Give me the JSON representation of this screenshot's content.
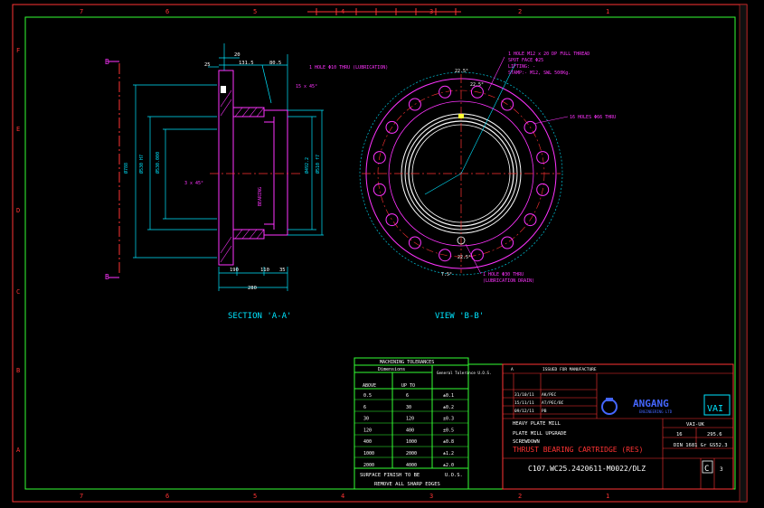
{
  "views": {
    "section_label": "SECTION 'A-A'",
    "view_label": "VIEW 'B-B'",
    "cut_marker_top": "B",
    "cut_marker_bottom": "B"
  },
  "section_notes": {
    "lubrication_hole": "1 HOLE Φ10 THRU (LUBRICATION)",
    "chamfer_outer": "15 x 45°",
    "chamfer_inner": "3 x 45°",
    "bearing_label": "BEARING",
    "dims": [
      "25",
      "20",
      "131.5",
      "80.5",
      "190",
      "110",
      "35",
      "280"
    ]
  },
  "view_notes": {
    "thread_note_1": "1 HOLE M12 x 20 DP FULL THREAD",
    "thread_note_2": "SPOT FACE Φ25",
    "thread_note_3": "LIFTING: -",
    "thread_note_4": "STAMP:- M12, SWL 500Kg.",
    "holes_note": "16 HOLES Φ66 THRU",
    "lub_drain_1": "1 HOLE Φ30 THRU",
    "lub_drain_2": "(LUBRICATION DRAIN)",
    "angles": [
      "22.5°",
      "22.5°",
      "22.5°",
      "7.5°"
    ]
  },
  "tolerances": {
    "title": "MACHINING TOLERANCES",
    "col_dimensions": "Dimensions",
    "col_general": "General Tolerance U.O.S.",
    "col_above": "ABOVE",
    "col_upto": "UP TO",
    "rows": [
      [
        "0.5",
        "6",
        "±0.1"
      ],
      [
        "6",
        "30",
        "±0.2"
      ],
      [
        "30",
        "120",
        "±0.3"
      ],
      [
        "120",
        "400",
        "±0.5"
      ],
      [
        "400",
        "1000",
        "±0.8"
      ],
      [
        "1000",
        "2000",
        "±1.2"
      ],
      [
        "2000",
        "4000",
        "±2.0"
      ]
    ],
    "surface_finish": "SURFACE FINISH TO BE",
    "surface_uos": "U.O.S.",
    "remove_edges": "REMOVE ALL SHARP EDGES"
  },
  "title_block": {
    "issue_status": "ISSUED FOR MANUFACTURE",
    "rev_letter": "A",
    "revisions": [
      [
        "31/10/11",
        "AK/PEC"
      ],
      [
        "15/11/11",
        "AT/PEC/BC"
      ],
      [
        "09/12/11",
        "PB"
      ]
    ],
    "company": "ANGANG",
    "company_sub": "ENGINEERING LTD",
    "partner": "VAI",
    "project_1": "HEAVY PLATE MILL",
    "project_2": "PLATE MILL UPGRADE",
    "project_3": "SCREWDOWN",
    "drawing_title": "THRUST BEARING CARTRIDGE (RES)",
    "vendor": "VAI-UK",
    "weight": "16",
    "scale_val": "295.6",
    "material": "DIN 1681 Gr GS52.3",
    "drawing_number": "C107.WC25.2420611-M0022/DLZ",
    "size": "C",
    "sheet": "3"
  },
  "border": {
    "top_numbers": [
      "7",
      "6",
      "5",
      "4",
      "3",
      "2",
      "1"
    ],
    "side_letters": [
      "F",
      "E",
      "D",
      "C",
      "B",
      "A"
    ]
  }
}
